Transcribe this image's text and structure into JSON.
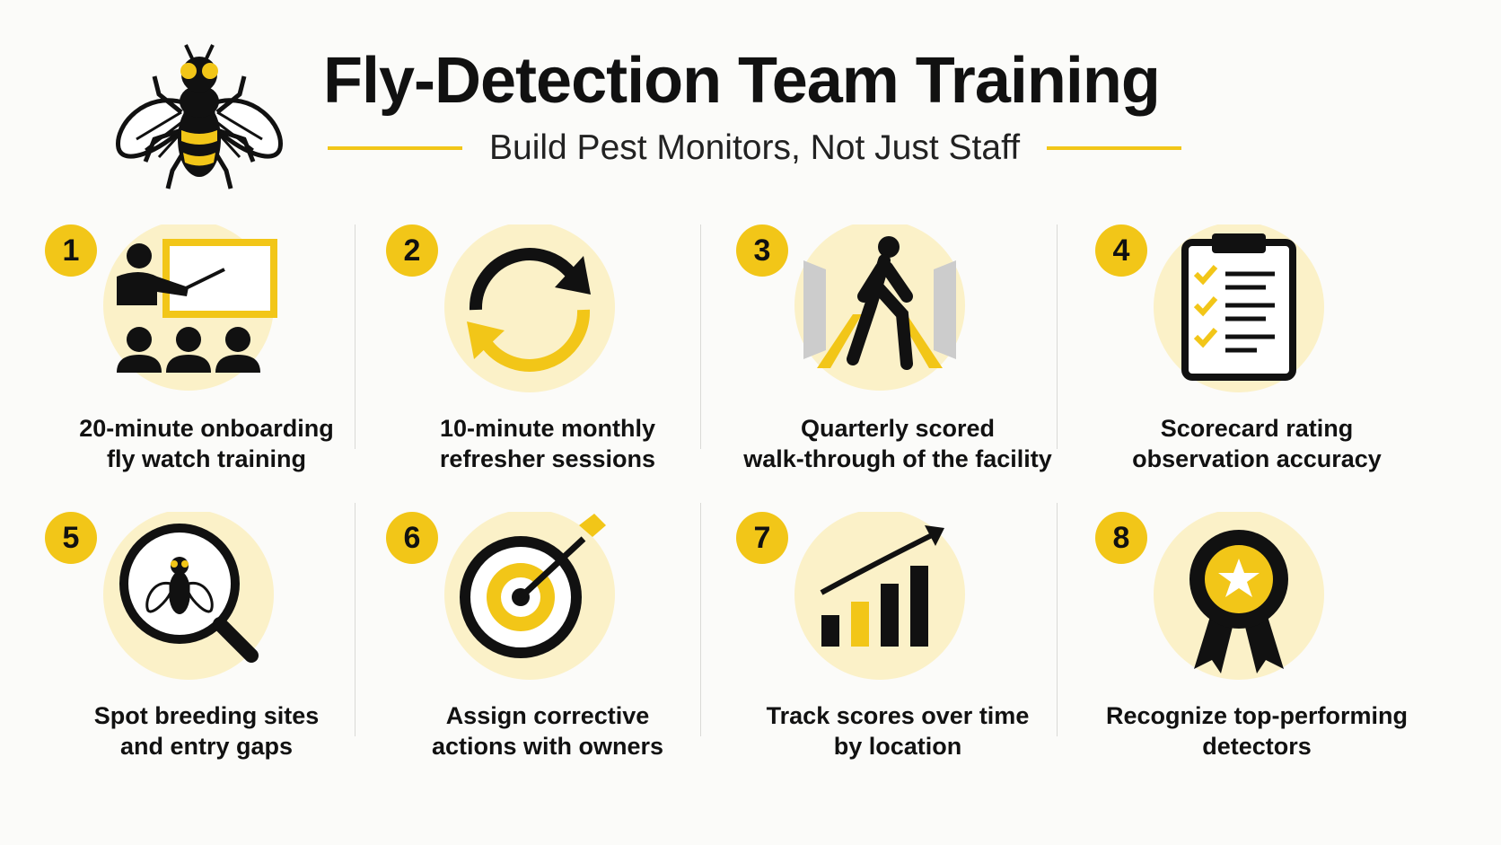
{
  "header": {
    "title": "Fly-Detection Team Training",
    "subtitle": "Build Pest Monitors, Not Just Staff",
    "logo_icon": "fly-icon"
  },
  "colors": {
    "accent": "#f2c618",
    "accent_soft": "#fbf1c8",
    "ink": "#111111",
    "divider": "#d9d9d6"
  },
  "steps": [
    {
      "number": "1",
      "icon": "presentation-icon",
      "label_lines": [
        "20-minute onboarding",
        "fly watch training"
      ]
    },
    {
      "number": "2",
      "icon": "refresh-cycle-icon",
      "label_lines": [
        "10-minute monthly",
        "refresher sessions"
      ]
    },
    {
      "number": "3",
      "icon": "walkthrough-icon",
      "label_lines": [
        "Quarterly scored",
        "walk-through of the facility"
      ]
    },
    {
      "number": "4",
      "icon": "clipboard-checklist-icon",
      "label_lines": [
        "Scorecard rating",
        "observation accuracy"
      ]
    },
    {
      "number": "5",
      "icon": "magnifier-fly-icon",
      "label_lines": [
        "Spot breeding sites",
        "and entry gaps"
      ]
    },
    {
      "number": "6",
      "icon": "target-arrow-icon",
      "label_lines": [
        "Assign corrective",
        "actions with owners"
      ]
    },
    {
      "number": "7",
      "icon": "rising-bar-chart-icon",
      "label_lines": [
        "Track scores over time",
        "by location"
      ]
    },
    {
      "number": "8",
      "icon": "award-ribbon-icon",
      "label_lines": [
        "Recognize top-performing",
        "detectors"
      ]
    }
  ]
}
